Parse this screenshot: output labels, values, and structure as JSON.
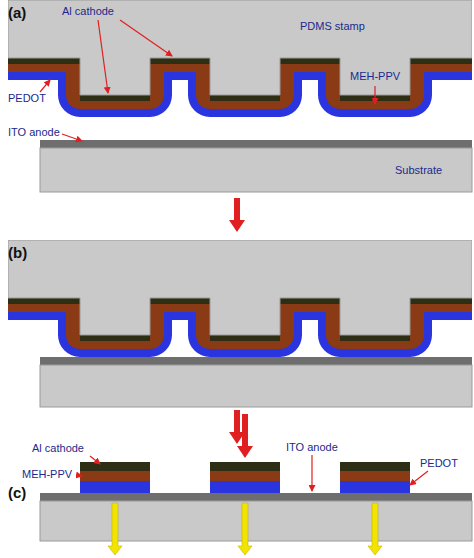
{
  "diagram": {
    "labels": [
      "(a)",
      "Al cathode",
      "PDMS stamp",
      "PEDOT",
      "MEH-PPV",
      "ITO anode",
      "Substrate",
      "(b)",
      "Al cathode",
      "ITO anode",
      "MEH-PPV",
      "(c)",
      "PEDOT"
    ]
  }
}
